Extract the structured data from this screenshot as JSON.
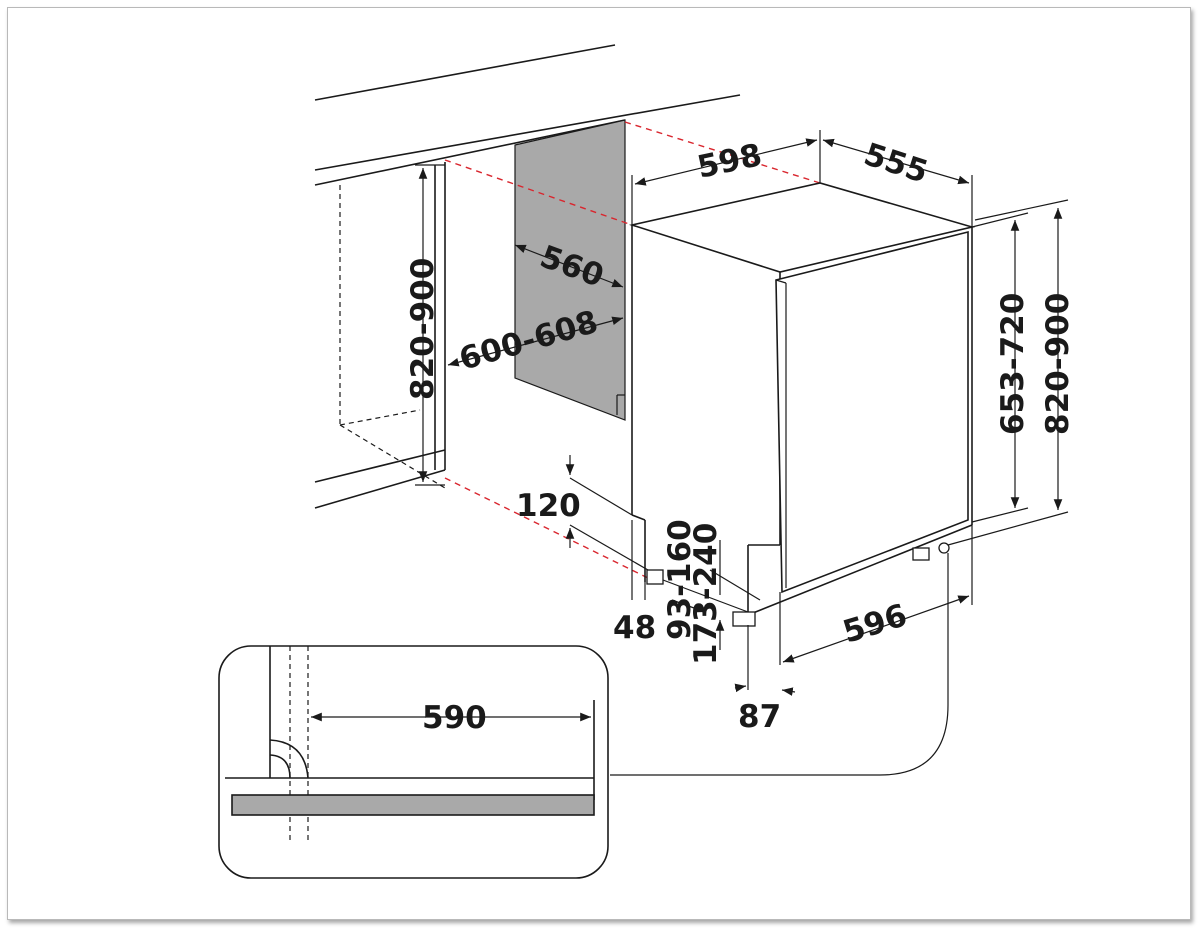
{
  "dimensions": {
    "appliance_width": "598",
    "appliance_depth": "555",
    "niche_depth": "560",
    "niche_width": "600-608",
    "niche_height": "820-900",
    "door_height": "653-720",
    "total_height": "820-900",
    "plinth_clearance": "120",
    "foot_offset": "48",
    "foot_height_range": "93-160",
    "plinth_height_range": "173-240",
    "door_width": "596",
    "door_offset": "87",
    "detail_width": "590"
  },
  "colors": {
    "line": "#1a1a1a",
    "hidden_edge": "#d9262e",
    "niche_fill": "#a9a9a9",
    "frame": "#b9b9b9"
  }
}
